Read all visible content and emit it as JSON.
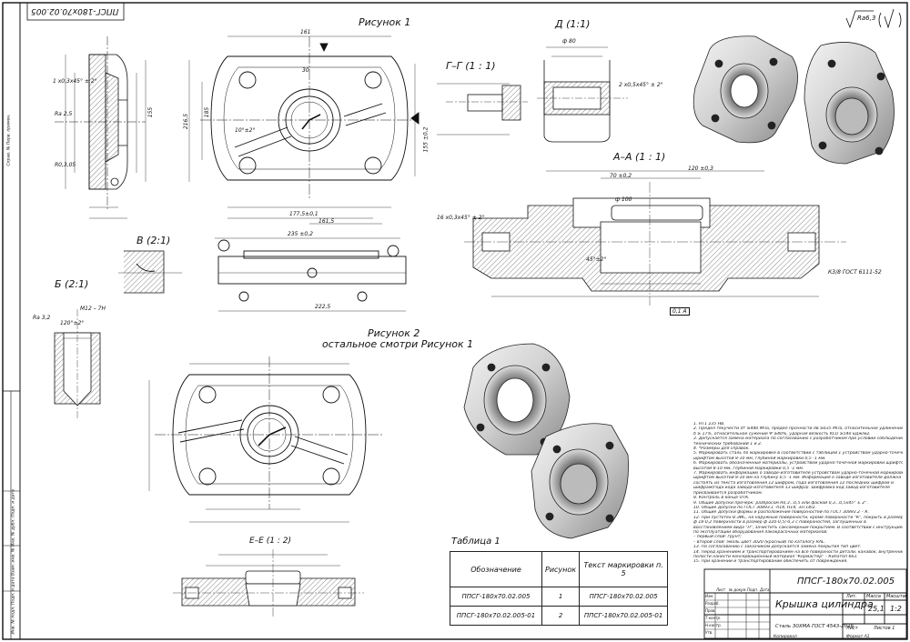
{
  "figures": {
    "fig1": "Рисунок 1",
    "fig2_line1": "Рисунок 2",
    "fig2_line2": "остальное смотри Рисунок 1",
    "section_gg": "Г–Г (1 : 1)",
    "detail_d": "Д (1:1)",
    "section_aa": "А–А (1 : 1)",
    "view_v": "В (2:1)",
    "view_b": "Б (2:1)",
    "section_ee": "Е–Е (1 : 2)",
    "roughness": "Ra6,3",
    "stamp_top": "ППСГ-180х70.02.005"
  },
  "dims": {
    "d161": "161",
    "d235": "235 ±0,2",
    "d2225": "222,5",
    "d1775": "177,5±0,1",
    "d1615": "161,5",
    "d155": "155 ±0,2",
    "d70": "70 ±0,2",
    "d120": "120 ±0,3",
    "d2165": "216,5",
    "d185": "185",
    "d155b": "155",
    "d30": "30",
    "ra25": "Ra 2,5",
    "ra32": "Ra 3,2",
    "r035": "R0,3,05",
    "ch1": "1 х0,3х45° ± 2°",
    "ch2": "2 х0,5х45° ± 2°",
    "ch3": "16 х0,3х45° ± 2°",
    "m12": "M12 – 7H",
    "k38": "К3/8 ГОСТ 6111-52",
    "d80": "ф 80",
    "d100": "ф 100",
    "ang45": "45°±2°",
    "ang10": "10°±2°",
    "ang120": "120°±2°",
    "pt01": "0,1 A"
  },
  "notes": [
    "1.  НТ1 235 НВ.",
    "2.  Предел текучести σт ≥440 МПа, предел прочности σв ≥635 МПа, относительное удлинение",
    "     δ ≥ 17%, относительное сужение Ψ ≥40%, ударная вязкость KCU ≥540 кДж/м2.",
    "3.  Допускается замена материала по согласованию с разработчиком при условии соблюдения пунктов",
    "     технических требований 1 и 2.",
    "4.  *Размеры для справок.",
    "5.  Маркировать сталь по маркировке в соответствии с таблицей 1 устройством ударно-точечной маркировки,",
    "     шрифтом высотой 8-10 мм, глубиной маркировки 0,5 -1 мм.",
    "6.  Маркировать обозначенные материалы, устройством ударно-точечной маркировки шрифтом",
    "     высотой 8-10 мм, глубиной маркировки 0,5 -1 мм.",
    "7.  Маркировать информацию о заводе-изготовителе устройством ударно-точечной маркировки,",
    "     шрифтом высотой 8-10 мм на глубину 0,5 -1 мм. Информация о заводе-изготовителе должна",
    "     состоять из текста изготовления 12 шифром, года изготовления 12 последних шифром и",
    "     шифрам(года кода завода-изготовителя 13 шифра). Шифровка код завод-изготовителя",
    "     присваивается разработчиком.",
    "8.  Контроль в конце ОТК.",
    "9.  Общие допуски прочерк: разбросом R0,3...0,5 или фаской 0,3...0,5х45° ± 2°.",
    "10. Общие допуски по ГОСТ 30893.1 -h14, H14, ±IT14/2.",
    "11. Общие допуски формы и расположения поверхностей по ГОСТ 30893.2 – К.",
    "12. При пустотех В ЭИС, на наружные поверхности, кроме поверхности \"К\", покрыть в размер",
    "     ф 18-0,2 поверхности в размер ф 220-0,5/-0,3 с поверхностей, заглушенных в",
    "     восстановлением вида \"Л\", зачистить саксомерным покрытием. В соответствии с инструкцией",
    "     по эксплуатации оборудования лакокрасочных материалов:",
    "     – первый слой: грунт;",
    "     – второй слой: эмаль цвет 3020 (красный) по каталогу RAL.",
    "13. По согласованию с заказчиком допускается замена покрытия тип цвет.",
    "14. Перед хранением и транспортированием на все поверхности детали, канавок, внутренние",
    "     полости нанести консервационный материал \"Кормастер\" – Кипатоп 663.",
    "15. При хранении и транспортировании обеспечить от повреждения."
  ],
  "table1": {
    "title": "Таблица 1",
    "headers": [
      "Обозначение",
      "Рисунок",
      "Текст маркировки п. 5"
    ],
    "rows": [
      [
        "ППСГ-180х70.02.005",
        "1",
        "ППСГ-180х70.02.005"
      ],
      [
        "ППСГ-180х70.02.005-01",
        "2",
        "ППСГ-180х70.02.005-01"
      ]
    ]
  },
  "title_block": {
    "designation": "ППСГ-180х70.02.005",
    "name": "Крышка цилиндра",
    "material": "Сталь 30ХМА ГОСТ 4543-2016",
    "lit_label": "Лит.",
    "mass_label": "Масса",
    "scale_label": "Масштаб",
    "mass": "25,1",
    "scale": "1:2",
    "sheet_label": "Лист",
    "sheets_label": "Листов 1",
    "roles": [
      "Изм.",
      "Разраб.",
      "Пров.",
      "Т.контр.",
      "Н.контр.",
      "Утв."
    ],
    "col_labels": [
      "Лист",
      "№ докум.",
      "Подп.",
      "Дата"
    ],
    "copied": "Копировал",
    "format": "Формат А1"
  },
  "side_labels": {
    "left_strip": "Инв. № подл.    Подп. и дата    Взам. инв. №    Инв. № дубл.    Подп. и дата",
    "left_strip2": "Справ. №    Перв. примен."
  }
}
